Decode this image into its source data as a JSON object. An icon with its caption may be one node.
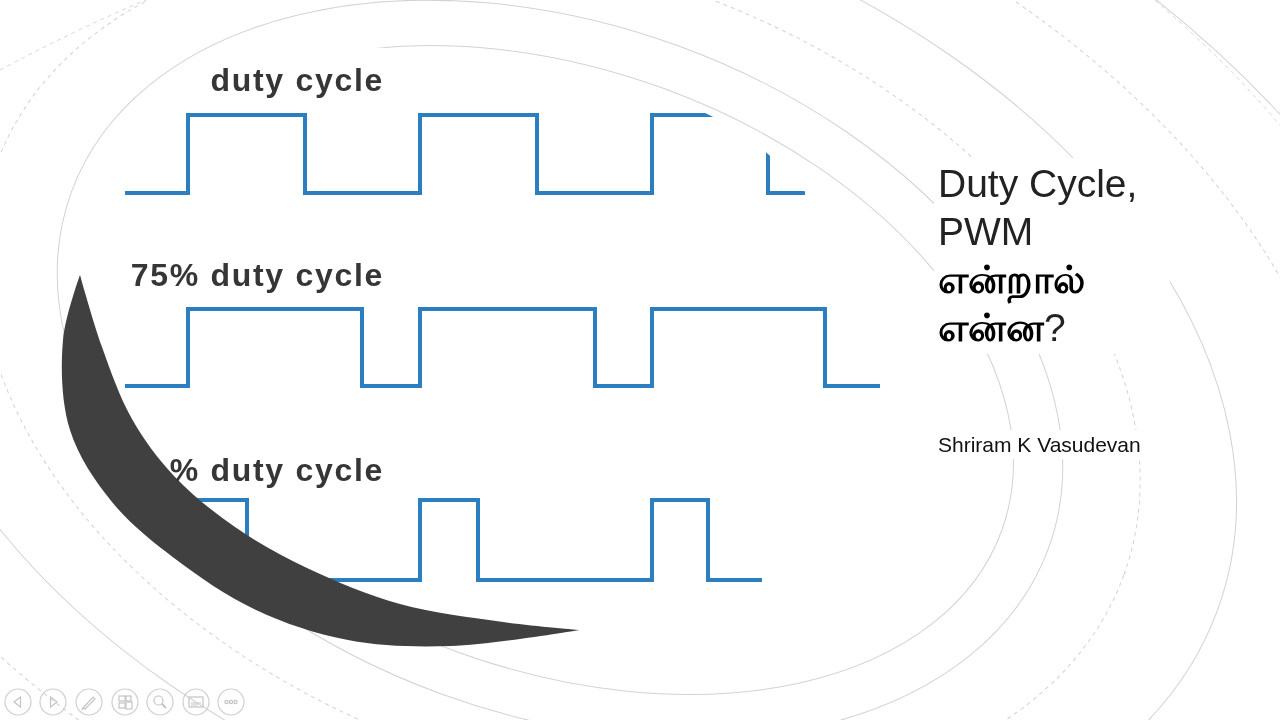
{
  "diagram": {
    "title": "Duty Cycle, PWM **என்றால் என்ன**?",
    "labels": [
      "duty cycle",
      "75% duty cycle",
      "% duty cycle",
      "Shriram K Vasudevan"
    ]
  }
}
